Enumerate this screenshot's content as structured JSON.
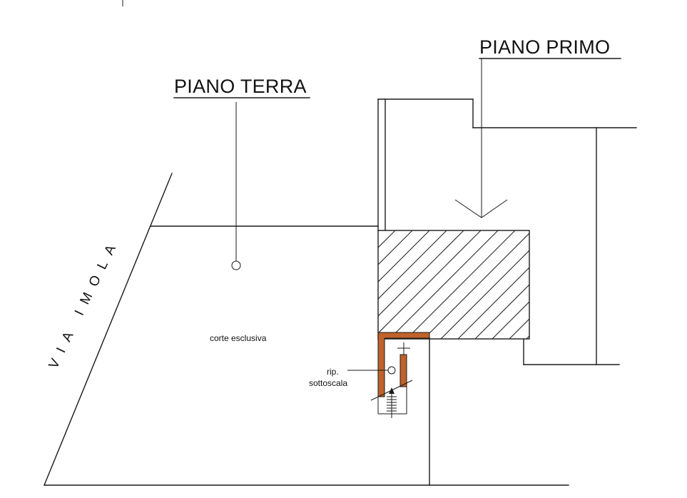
{
  "labels": {
    "ground_floor": "PIANO TERRA",
    "first_floor": "PIANO PRIMO",
    "street": "VIA IMOLA",
    "courtyard": "corte esclusiva",
    "storage_line1": "rip.",
    "storage_line2": "sottoscala"
  },
  "colors": {
    "line": "#1a1a1a",
    "stair_wall": "#c0622a",
    "background": "#ffffff"
  },
  "symbols": {
    "stair_arrow": "up-arrow",
    "leader_dot": "circle-marker"
  }
}
